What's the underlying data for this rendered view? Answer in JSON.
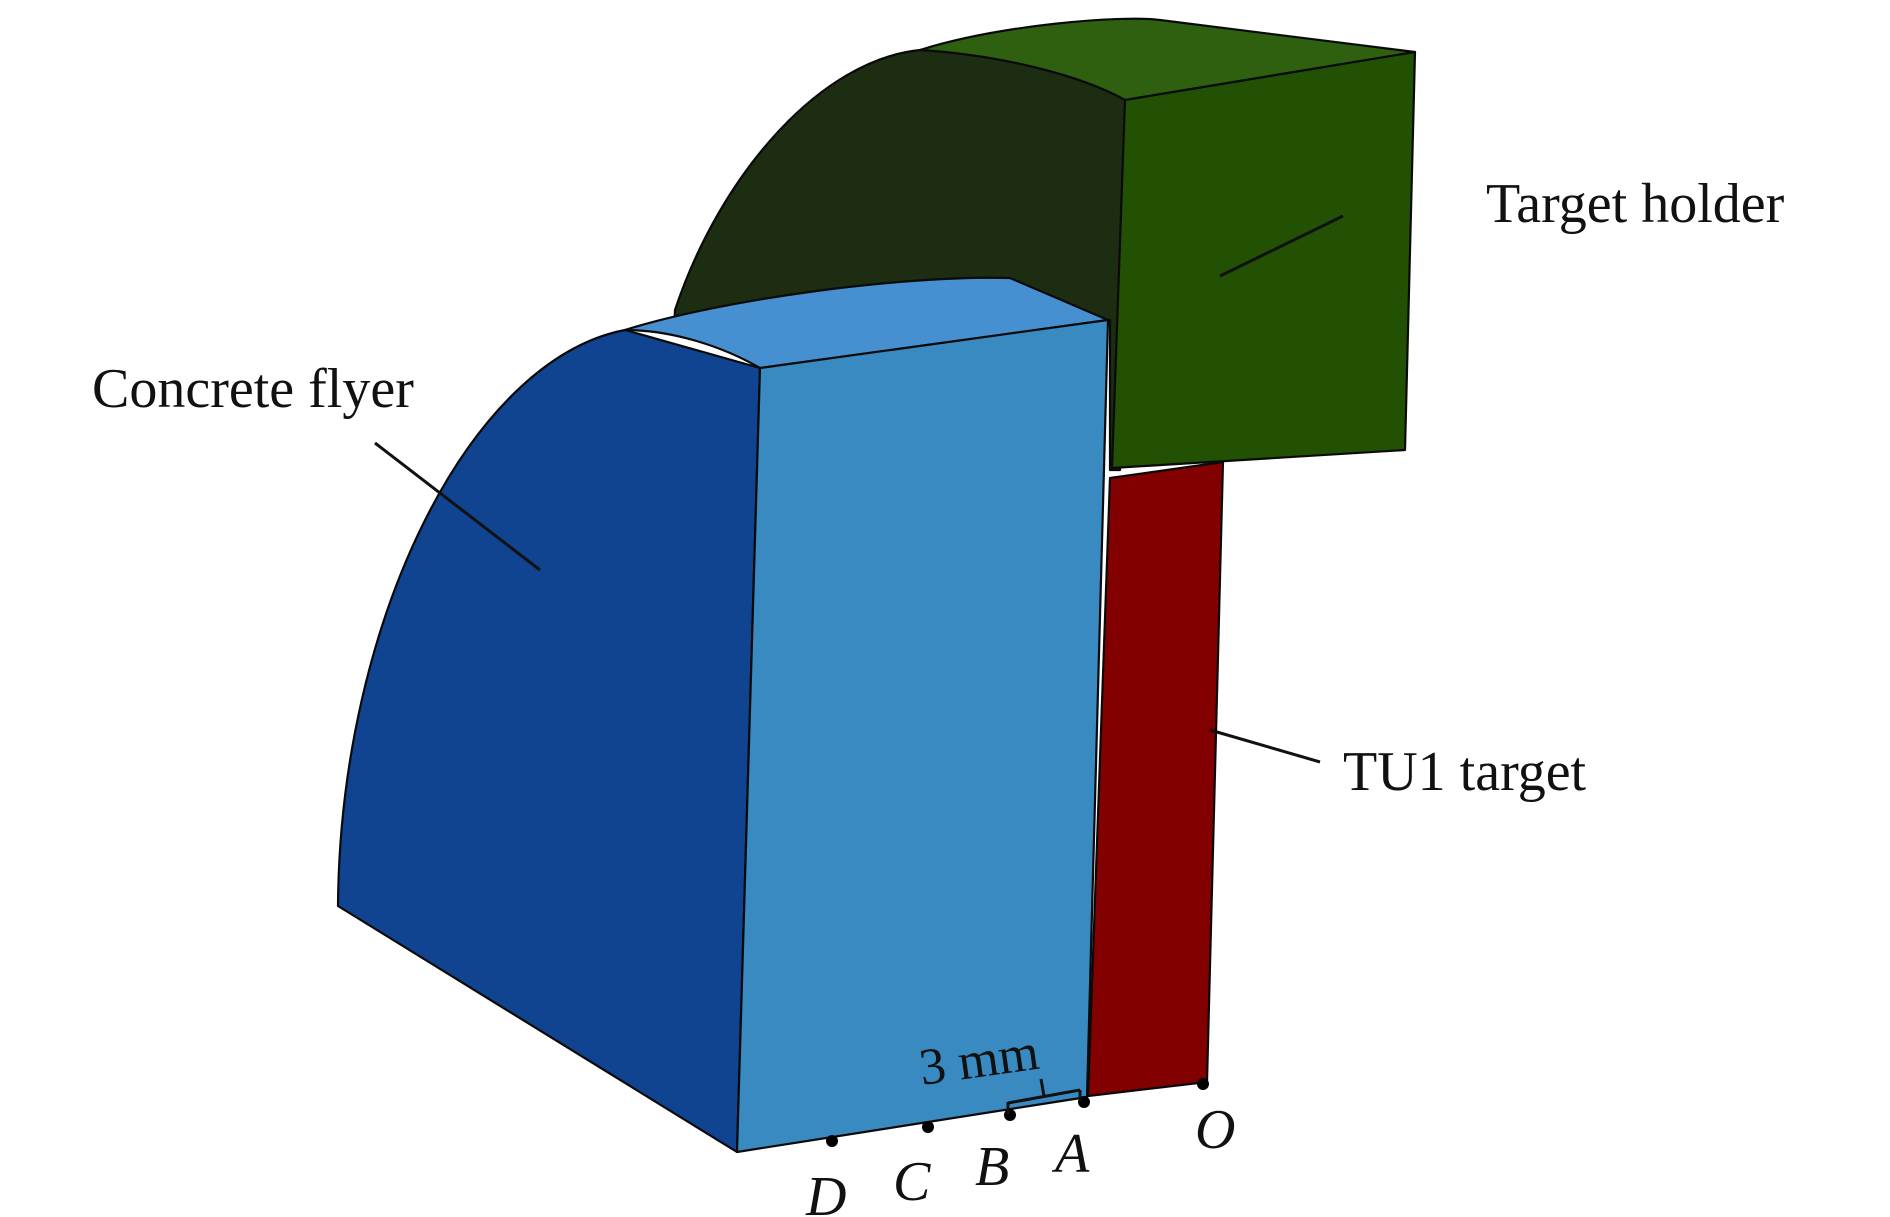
{
  "labels": {
    "target_holder": "Target holder",
    "concrete_flyer": "Concrete flyer",
    "tu1_target": "TU1 target",
    "dimension": "3 mm"
  },
  "points": [
    "D",
    "C",
    "B",
    "A",
    "O"
  ],
  "colors": {
    "holder_dark": "#1c2d12",
    "holder_front": "#225103",
    "holder_top": "#2f6010",
    "flyer_curved": "#104390",
    "flyer_front": "#3a8ac2",
    "flyer_top": "#468fd0",
    "target": "#830000"
  }
}
